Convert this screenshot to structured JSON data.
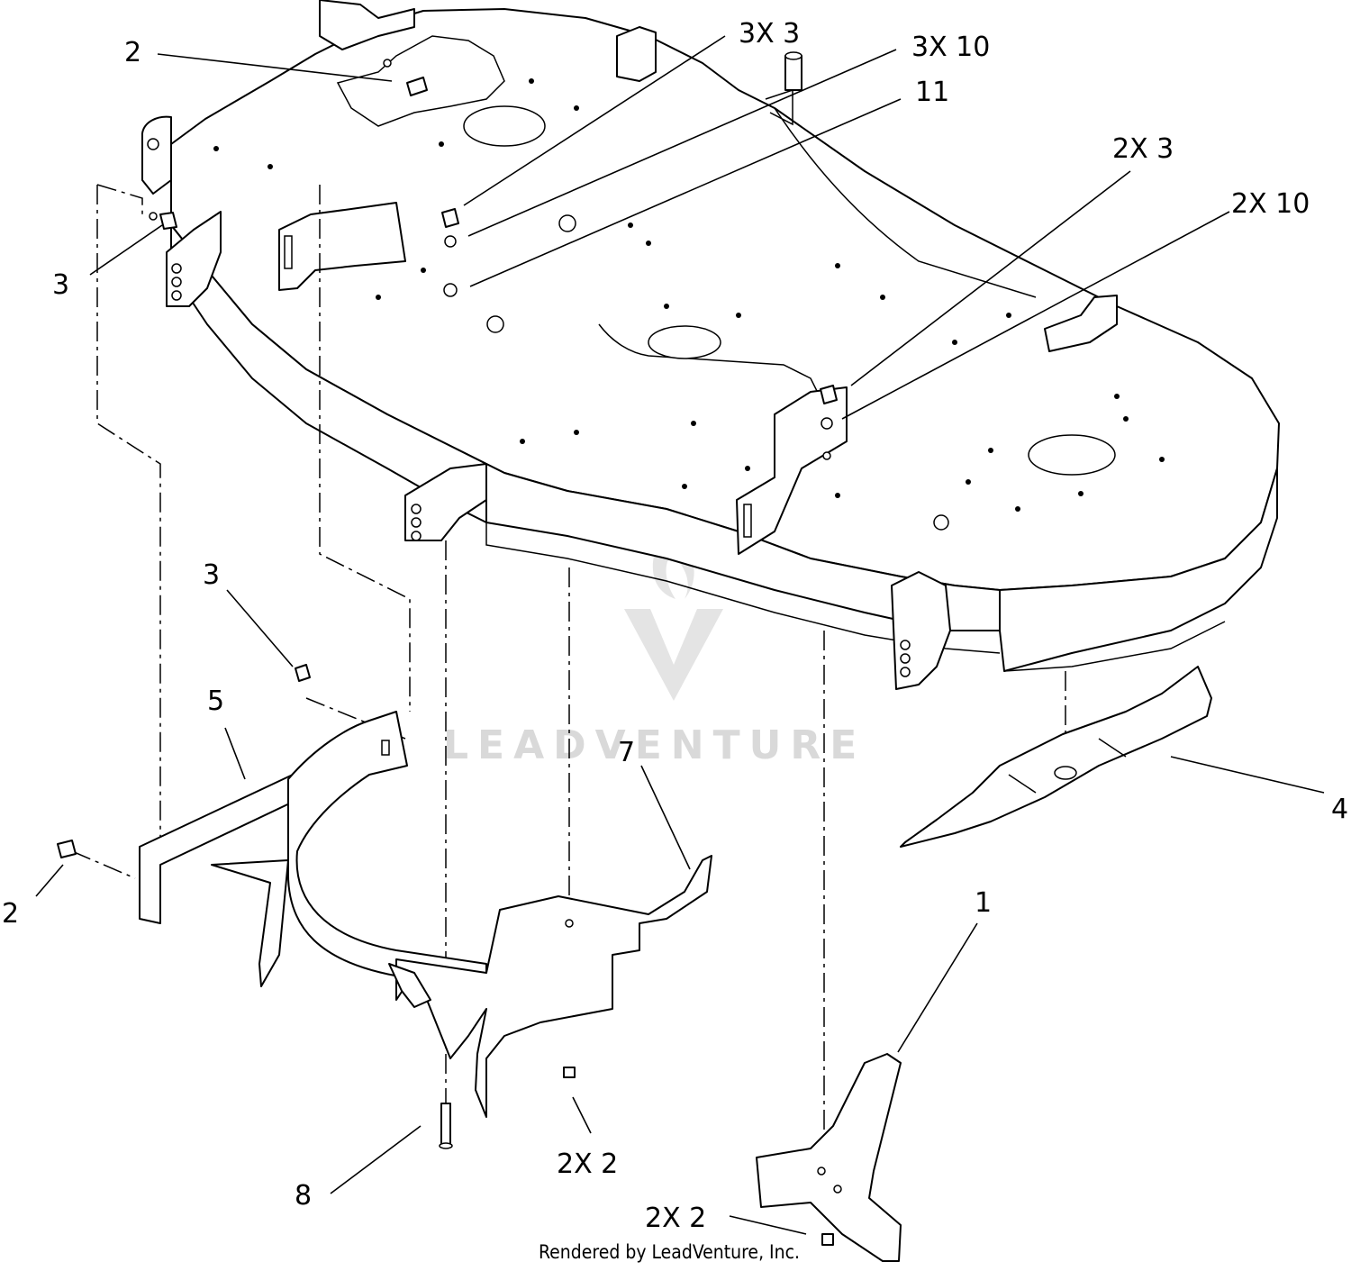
{
  "callouts": [
    {
      "id": "c-2-top",
      "text": "2"
    },
    {
      "id": "c-3x3",
      "text": "3X 3"
    },
    {
      "id": "c-3x10",
      "text": "3X 10"
    },
    {
      "id": "c-11",
      "text": "11"
    },
    {
      "id": "c-2x3",
      "text": "2X 3"
    },
    {
      "id": "c-2x10",
      "text": "2X 10"
    },
    {
      "id": "c-3-left",
      "text": "3"
    },
    {
      "id": "c-3-mid",
      "text": "3"
    },
    {
      "id": "c-5",
      "text": "5"
    },
    {
      "id": "c-7",
      "text": "7"
    },
    {
      "id": "c-4",
      "text": "4"
    },
    {
      "id": "c-2-left",
      "text": "2"
    },
    {
      "id": "c-1",
      "text": "1"
    },
    {
      "id": "c-8",
      "text": "8"
    },
    {
      "id": "c-2x2-mid",
      "text": "2X 2"
    },
    {
      "id": "c-2x2-bottom",
      "text": "2X 2"
    }
  ],
  "watermark": {
    "text": "LEADVENTURE"
  },
  "credit": {
    "text": "Rendered by LeadVenture, Inc."
  }
}
